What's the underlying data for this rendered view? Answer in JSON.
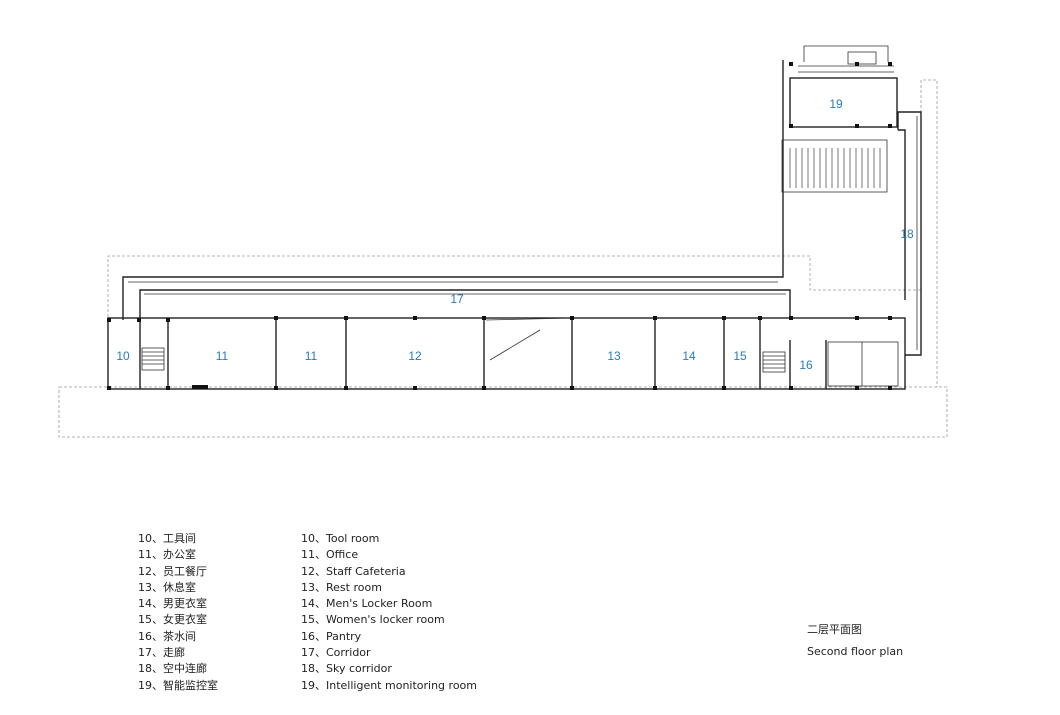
{
  "rooms": [
    {
      "num": "10"
    },
    {
      "num": "11"
    },
    {
      "num": "11"
    },
    {
      "num": "12"
    },
    {
      "num": "13"
    },
    {
      "num": "14"
    },
    {
      "num": "15"
    },
    {
      "num": "16"
    },
    {
      "num": "17"
    },
    {
      "num": "18"
    },
    {
      "num": "19"
    }
  ],
  "legend_cn": [
    "10、工具间",
    "11、办公室",
    "12、员工餐厅",
    "13、休息室",
    "14、男更衣室",
    "15、女更衣室",
    "16、茶水间",
    "17、走廊",
    "18、空中连廊",
    "19、智能监控室"
  ],
  "legend_en": [
    "10、Tool room",
    "11、Office",
    "12、Staff Cafeteria",
    "13、Rest room",
    "14、Men's Locker Room",
    "15、Women's locker room",
    "16、Pantry",
    "17、Corridor",
    "18、Sky corridor",
    "19、Intelligent monitoring room"
  ],
  "title": {
    "cn": "二层平面图",
    "en": "Second floor plan"
  },
  "colors": {
    "room_number": "#2a7ab8",
    "wall": "#222222",
    "dashed_outline": "#9a9a9a"
  }
}
